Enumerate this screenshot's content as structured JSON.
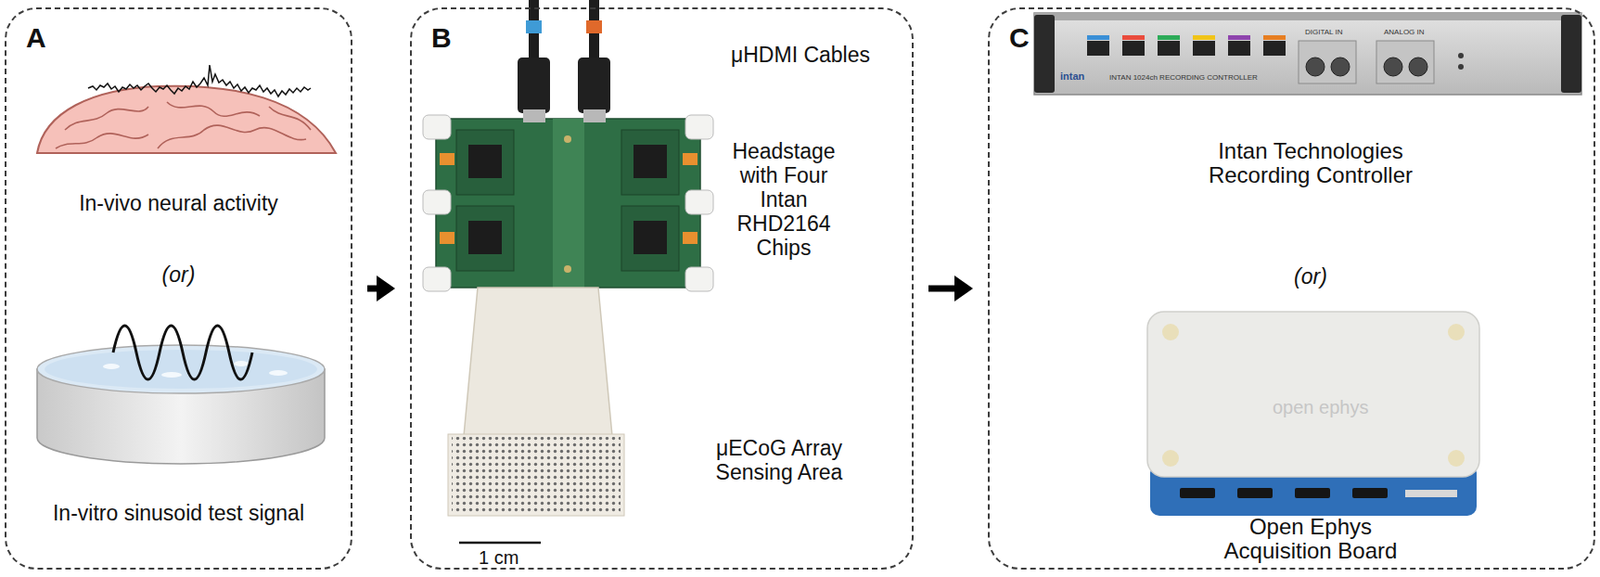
{
  "diagram": {
    "nodes": [
      {
        "text": [
          "A",
          "In-vivo neural activity",
          "(or)",
          "In-vitro sinusoid test signal"
        ]
      },
      {
        "text": [
          "B",
          "μHDMI Cables",
          "Headstage with Four Intan RHD2164 Chips",
          "μECoG Array Sensing Area"
        ]
      },
      {
        "text": [
          "C",
          "Intan Technologies Recording Controller",
          "(or)",
          "Open Ephys Acquisition Board"
        ]
      }
    ],
    "edges": [
      {
        "from": 0,
        "to": 1,
        "arrow": "to"
      },
      {
        "from": 1,
        "to": 2,
        "arrow": "to"
      }
    ],
    "labels": [
      "1 cm",
      "intan",
      "INTAN 1024ch RECORDING CONTROLLER",
      "DIGITAL IN",
      "ANALOG IN",
      "open ephys"
    ]
  }
}
